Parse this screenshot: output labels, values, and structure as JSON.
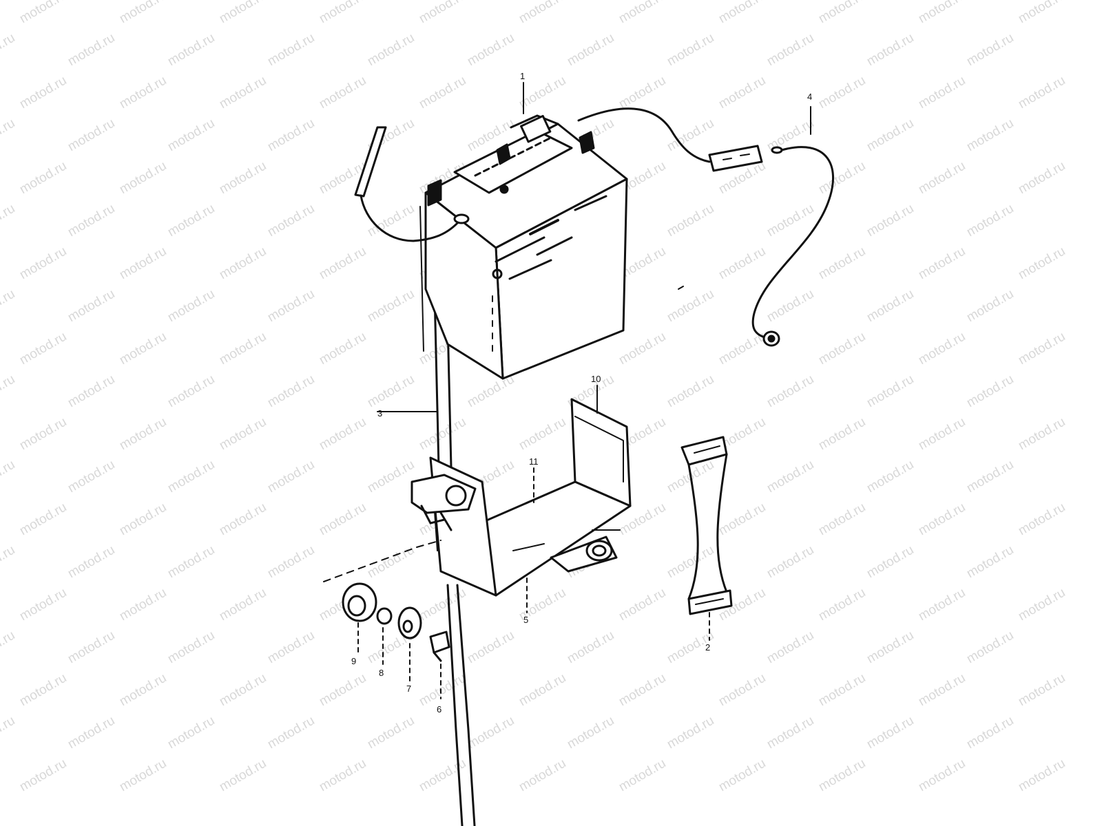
{
  "watermark": {
    "text": "motod.ru",
    "color": "#d8d8d8"
  },
  "callouts": [
    {
      "id": "1",
      "label": "1"
    },
    {
      "id": "2",
      "label": "2"
    },
    {
      "id": "3",
      "label": "3"
    },
    {
      "id": "4",
      "label": "4"
    },
    {
      "id": "5",
      "label": "5"
    },
    {
      "id": "6",
      "label": "6"
    },
    {
      "id": "7",
      "label": "7"
    },
    {
      "id": "8",
      "label": "8"
    },
    {
      "id": "9",
      "label": "9"
    },
    {
      "id": "10",
      "label": "10"
    },
    {
      "id": "11",
      "label": "11"
    }
  ],
  "line_color": "#111111"
}
